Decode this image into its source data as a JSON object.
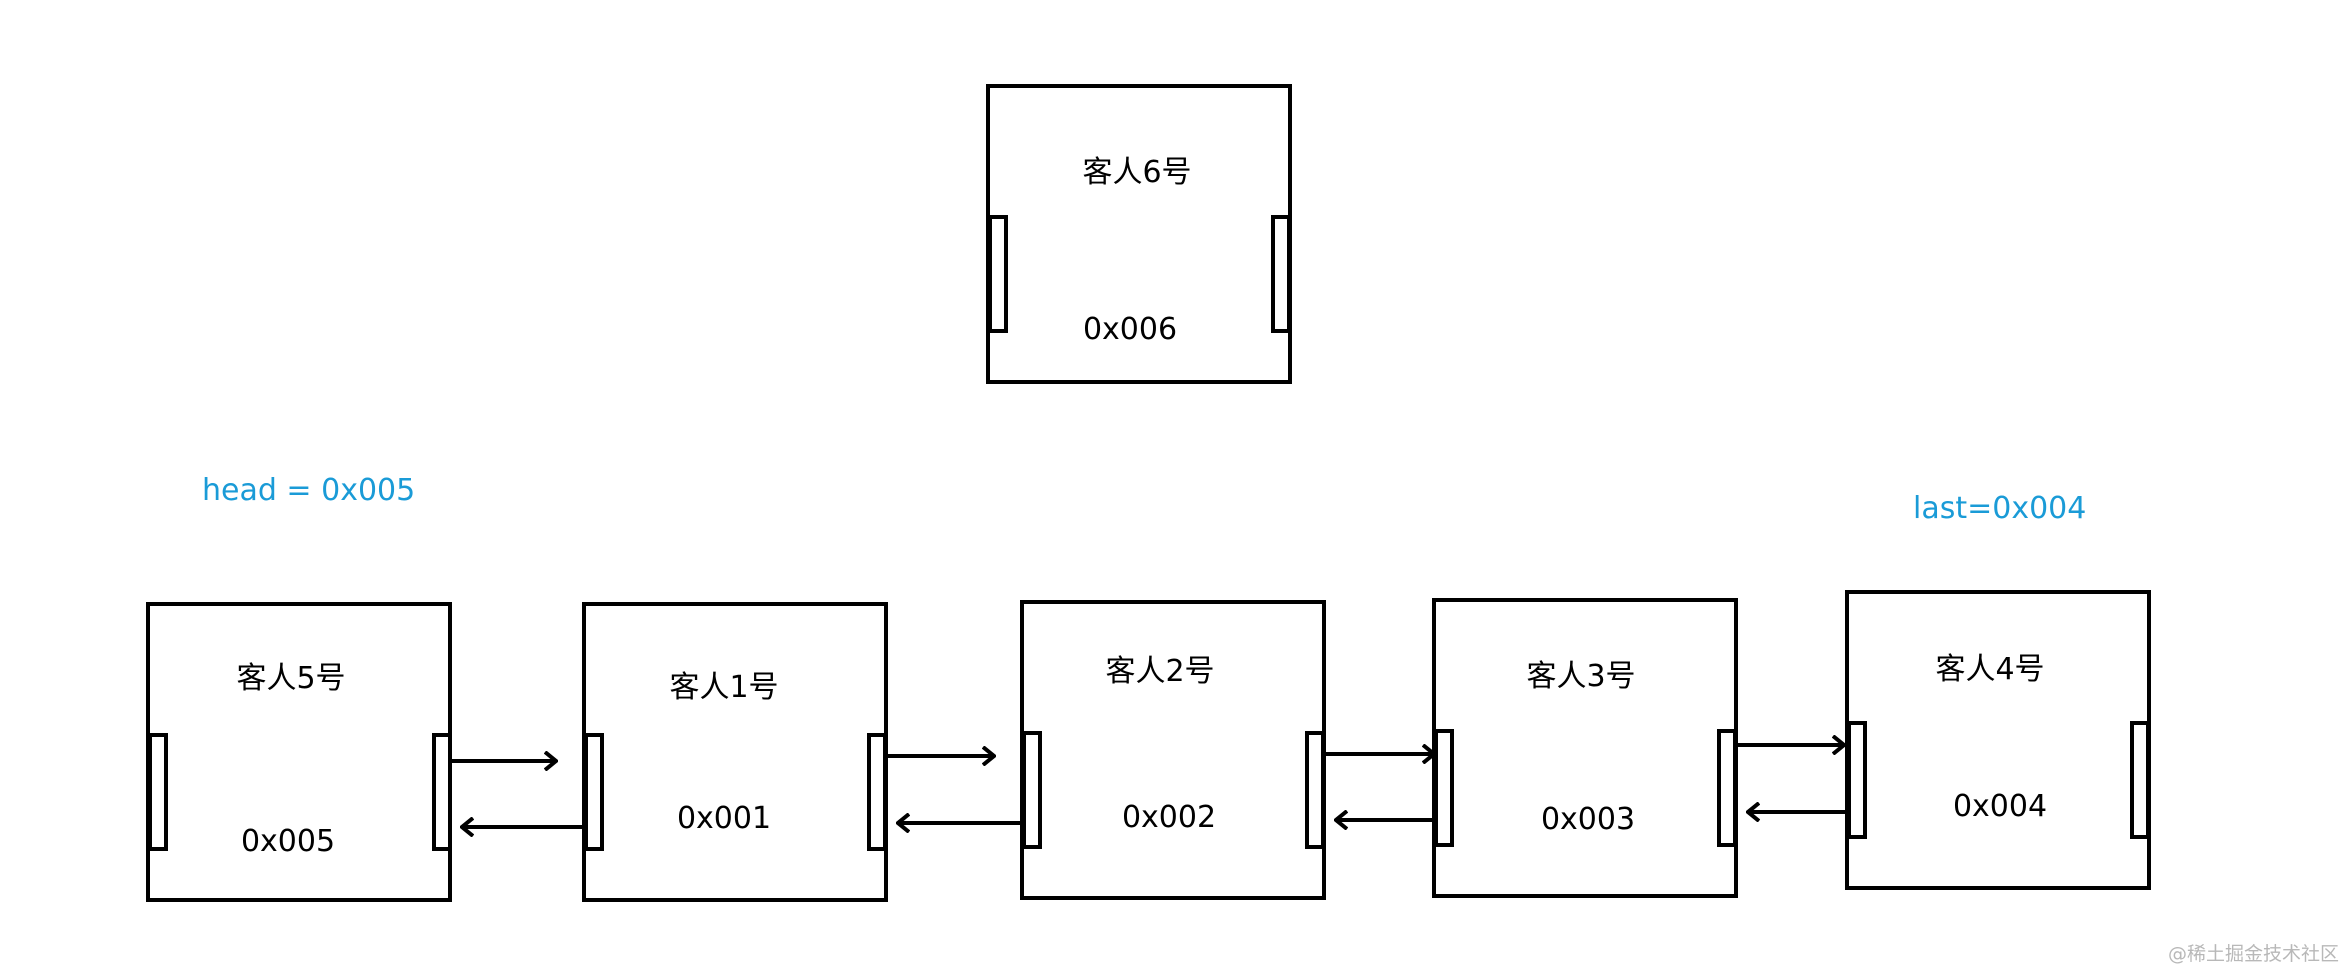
{
  "labels": {
    "head": "head =  0x005",
    "last": "last=0x004"
  },
  "nodes": {
    "n6": {
      "title": "客人6号",
      "address": "0x006"
    },
    "n5": {
      "title": "客人5号",
      "address": "0x005"
    },
    "n1": {
      "title": "客人1号",
      "address": "0x001"
    },
    "n2": {
      "title": "客人2号",
      "address": "0x002"
    },
    "n3": {
      "title": "客人3号",
      "address": "0x003"
    },
    "n4": {
      "title": "客人4号",
      "address": "0x004"
    }
  },
  "watermark": "@稀土掘金技术社区",
  "colors": {
    "pointer_label": "#1a9bd7",
    "stroke": "#000000"
  }
}
